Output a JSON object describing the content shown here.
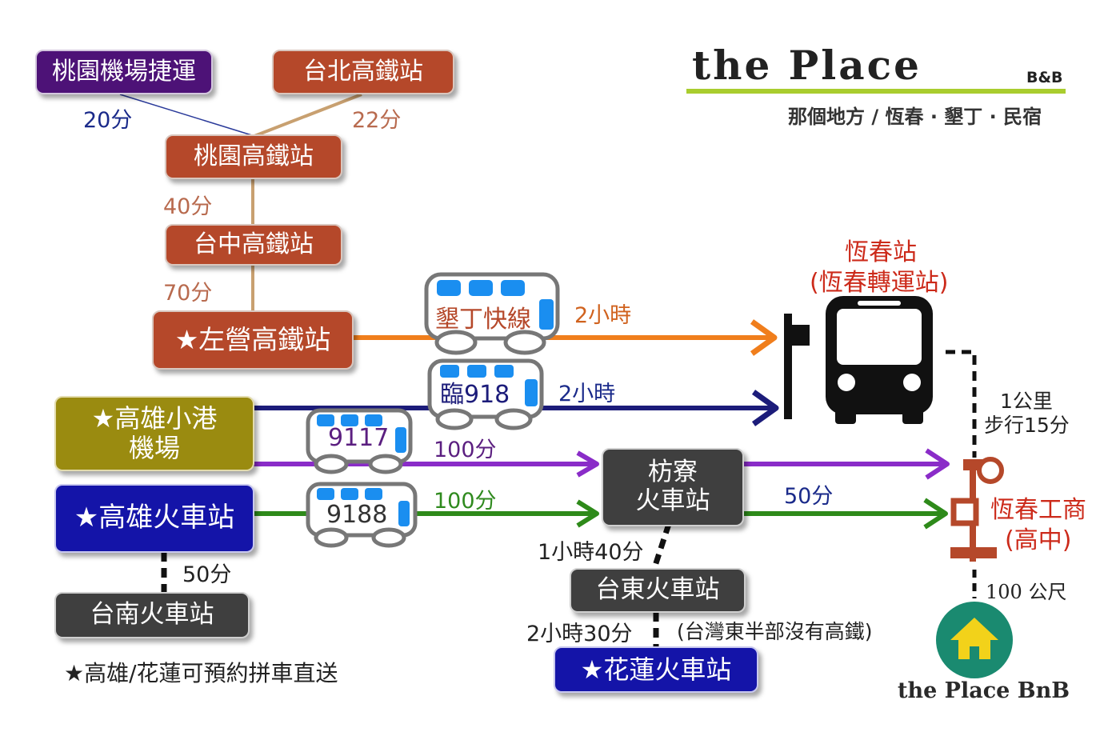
{
  "logo": {
    "title": "the Place",
    "bb": "B&B",
    "subtitle": "那個地方 / 恆春 · 墾丁 · 民宿"
  },
  "nodes": {
    "taoyuan_mrt": "桃園機場捷運",
    "taipei_hsr": "台北高鐵站",
    "taoyuan_hsr": "桃園高鐵站",
    "taichung_hsr": "台中高鐵站",
    "zuoying_hsr": "★左營高鐵站",
    "kaohsiung_airport_1": "★高雄小港",
    "kaohsiung_airport_2": "機場",
    "kaohsiung_train": "★高雄火車站",
    "tainan_train": "台南火車站",
    "fangliao_1": "枋寮",
    "fangliao_2": "火車站",
    "taitung_train": "台東火車站",
    "hualien_train": "★花蓮火車站",
    "hengchun_station_1": "恆春站",
    "hengchun_station_2": "(恆春轉運站)",
    "hengchun_school_1": "恆春工商",
    "hengchun_school_2": "(高中)",
    "home": "the Place BnB"
  },
  "durations": {
    "mrt_to_taoyuan": "20分",
    "taipei_to_taoyuan": "22分",
    "taoyuan_to_taichung": "40分",
    "taichung_to_zuoying": "70分",
    "kenting_express": "2小時",
    "line_918": "2小時",
    "line_9117": "100分",
    "line_9188": "100分",
    "fangliao_to_school": "50分",
    "kaohsiung_to_tainan": "50分",
    "fangliao_to_taitung": "1小時40分",
    "taitung_to_hualien": "2小時30分",
    "walk_distance": "1公里",
    "walk_time": "步行15分",
    "school_to_home": "100 公尺"
  },
  "buses": {
    "kenting_express": "墾丁快線",
    "line_918": "臨918",
    "line_9117": "9117",
    "line_9188": "9188"
  },
  "notes": {
    "east_no_hsr": "(台灣東半部沒有高鐵)",
    "carpool": "★高雄/花蓮可預約拼車直送"
  },
  "colors": {
    "hsr_brown": "#b5482a",
    "mrt_purple": "#4d1277",
    "airport_olive": "#9a8b10",
    "train_blue": "#1414a8",
    "station_dark": "#3f3f3f",
    "orange_route": "#f07e1c",
    "navy_route": "#1c1c7a",
    "purple_route": "#8a2cc8",
    "green_route": "#2e8a1a",
    "home_teal": "#1a8a70",
    "home_yellow": "#f2d21a"
  }
}
